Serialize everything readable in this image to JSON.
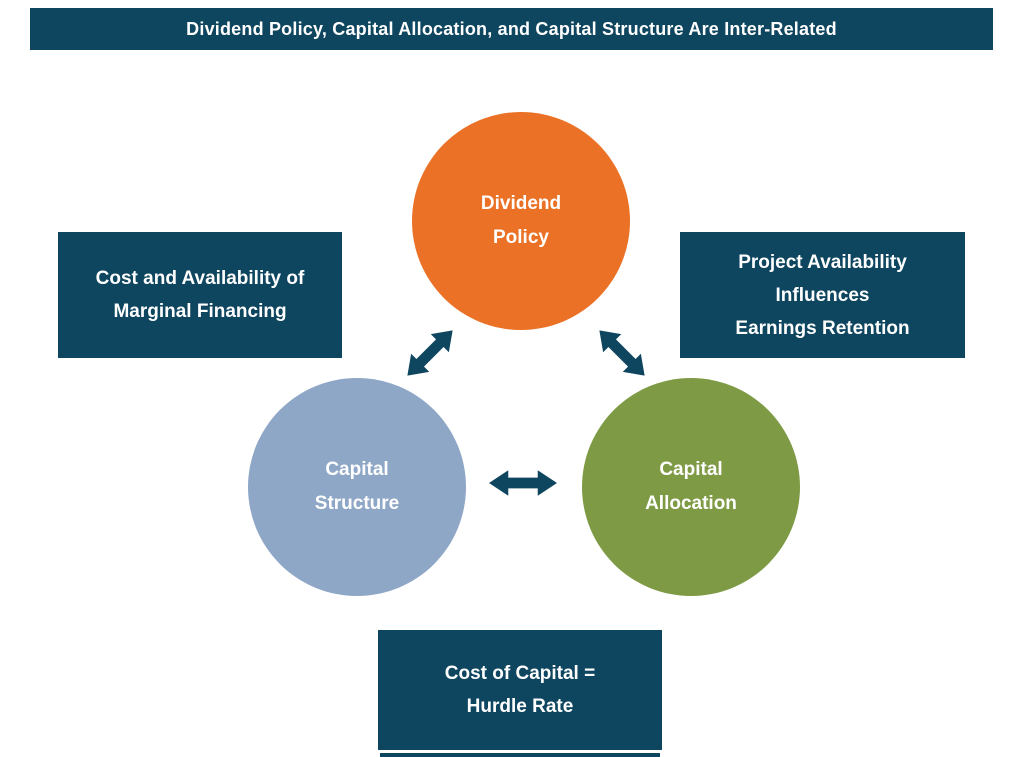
{
  "title": "Dividend Policy, Capital Allocation, and Capital Structure Are Inter-Related",
  "colors": {
    "navy": "#0e455f",
    "orange": "#ea7125",
    "blue_gray": "#8fa7c6",
    "green": "#7e9a45",
    "background": "#ffffff"
  },
  "circles": {
    "dividend_policy": {
      "lines": [
        "Dividend",
        "Policy"
      ]
    },
    "capital_structure": {
      "lines": [
        "Capital",
        "Structure"
      ]
    },
    "capital_allocation": {
      "lines": [
        "Capital",
        "Allocation"
      ]
    }
  },
  "boxes": {
    "left": {
      "lines": [
        "Cost and Availability of",
        "Marginal Financing"
      ]
    },
    "right": {
      "lines": [
        "Project Availability",
        "Influences",
        "Earnings Retention"
      ]
    },
    "bottom": {
      "lines": [
        "Cost of Capital =",
        "Hurdle Rate"
      ]
    }
  },
  "arrows": [
    {
      "name": "dividend-structure-double-arrow",
      "type": "double-headed"
    },
    {
      "name": "dividend-allocation-double-arrow",
      "type": "double-headed"
    },
    {
      "name": "structure-allocation-double-arrow",
      "type": "double-headed"
    }
  ]
}
